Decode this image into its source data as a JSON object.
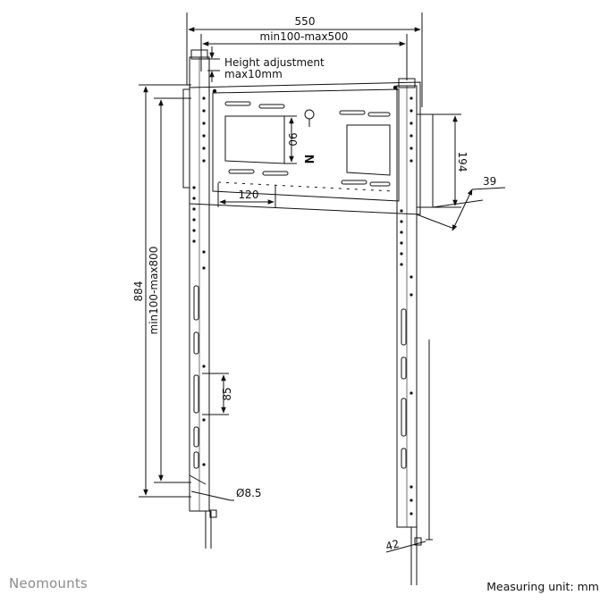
{
  "brand": {
    "name": "Neomounts"
  },
  "footer": {
    "unit_note": "Measuring unit: mm"
  },
  "dimensions": {
    "total_width": "550",
    "vesa_width": "min100-max500",
    "height_adjustment_line1": "Height adjustment",
    "height_adjustment_line2": "max10mm",
    "plate_slot_height": "90",
    "plate_slot_width": "120",
    "depth_height": "194",
    "wall_distance": "39",
    "total_height": "884",
    "vesa_height": "min100-max800",
    "arm_slot_spacing": "85",
    "hole_diameter": "Ø8.5",
    "arm_width": "42"
  },
  "logo": {
    "small_mark": "N"
  },
  "colors": {
    "line": "#111111",
    "brand_gray": "#8c8c8c",
    "background": "#ffffff"
  }
}
